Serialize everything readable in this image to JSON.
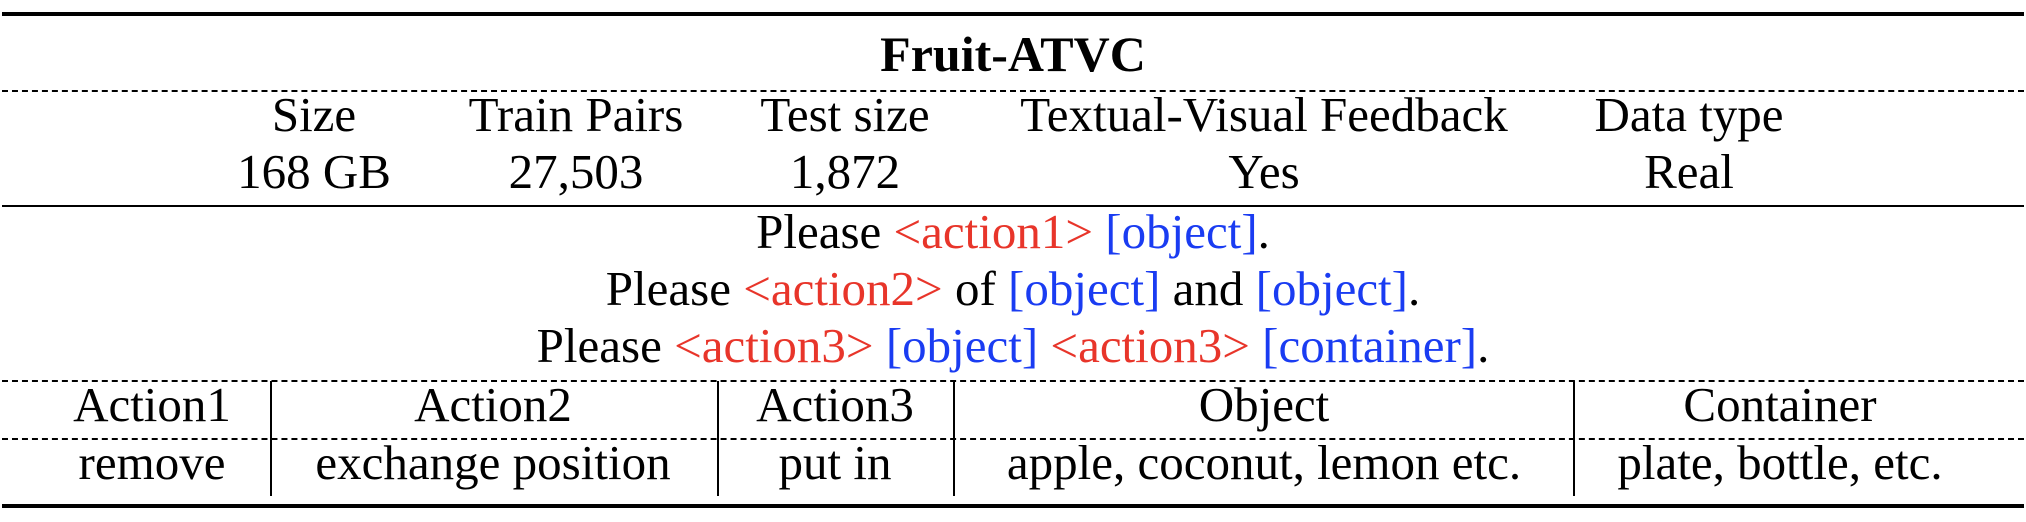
{
  "title": "Fruit-ATVC",
  "stats": {
    "headers": [
      "Size",
      "Train Pairs",
      "Test size",
      "Textual-Visual Feedback",
      "Data type"
    ],
    "values": [
      "168 GB",
      "27,503",
      "1,872",
      "Yes",
      "Real"
    ]
  },
  "templates": [
    {
      "prefix": "Please ",
      "action": "<action1>",
      "mid1": " ",
      "obj1": "[object]",
      "end": "."
    },
    {
      "prefix": "Please ",
      "action": "<action2>",
      "mid1": " of ",
      "obj1": "[object]",
      "mid2": " and ",
      "obj2": "[object]",
      "end": "."
    },
    {
      "prefix": "Please ",
      "action": "<action3>",
      "mid1": " ",
      "obj1": "[object]",
      "mid2": " ",
      "action_b": "<action3>",
      "mid3": " ",
      "obj2": "[container]",
      "end": "."
    }
  ],
  "vocab": {
    "headers": [
      "Action1",
      "Action2",
      "Action3",
      "Object",
      "Container"
    ],
    "values": [
      "remove",
      "exchange position",
      "put in",
      "apple, coconut, lemon etc.",
      "plate, bottle, etc."
    ]
  },
  "colors": {
    "action": "#e8352a",
    "object": "#1a3cf2"
  }
}
